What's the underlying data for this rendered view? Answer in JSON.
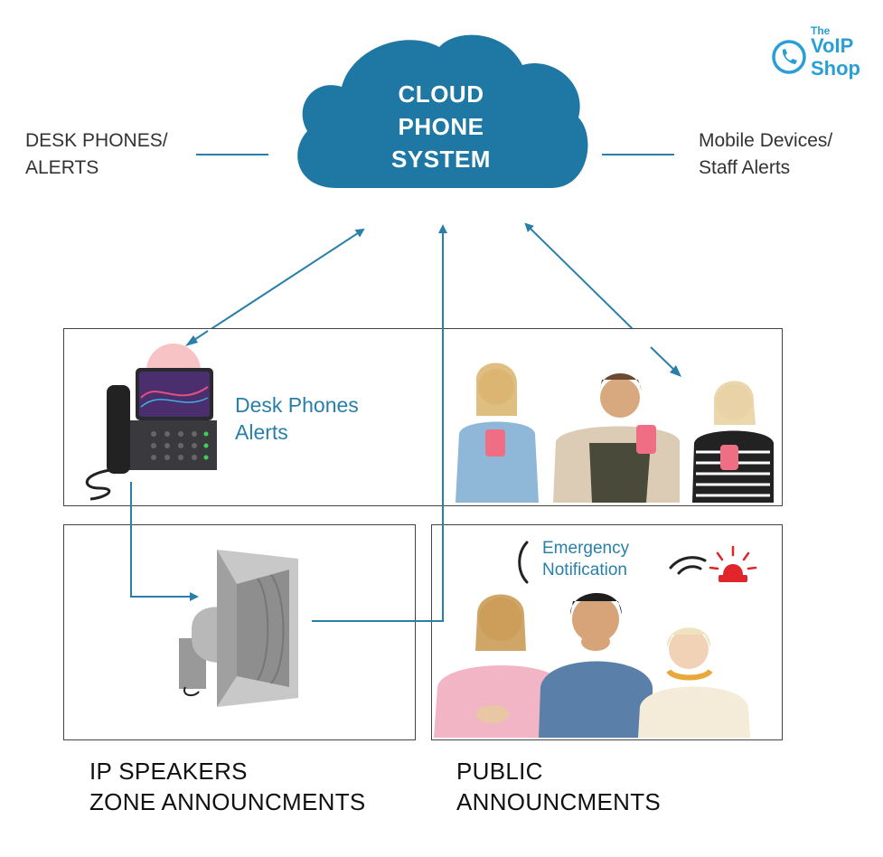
{
  "cloud": {
    "line1": "CLOUD",
    "line2": "PHONE",
    "line3": "SYSTEM"
  },
  "left_label": {
    "line1": "DESK PHONES/",
    "line2": "ALERTS"
  },
  "right_label": {
    "line1": "Mobile Devices/",
    "line2": "Staff Alerts"
  },
  "logo": {
    "the": "The",
    "voip": "VoIP",
    "shop": "Shop"
  },
  "desk_box": {
    "line1": "Desk Phones",
    "line2": "Alerts"
  },
  "emergency": {
    "line1": "Emergency",
    "line2": "Notification"
  },
  "bottom_left": {
    "line1": "IP SPEAKERS",
    "line2": "ZONE ANNOUNCMENTS"
  },
  "bottom_right": {
    "line1": "PUBLIC",
    "line2": "ANNOUNCMENTS"
  },
  "colors": {
    "cloud": "#1f78a4",
    "accent": "#2a7fa8",
    "alert_red": "#e0252b",
    "logo": "#2a9fd6"
  },
  "icons": [
    "phone-logo-icon",
    "cloud-icon",
    "desk-phone-icon",
    "horn-speaker-icon",
    "siren-icon",
    "sound-wave-icon"
  ]
}
